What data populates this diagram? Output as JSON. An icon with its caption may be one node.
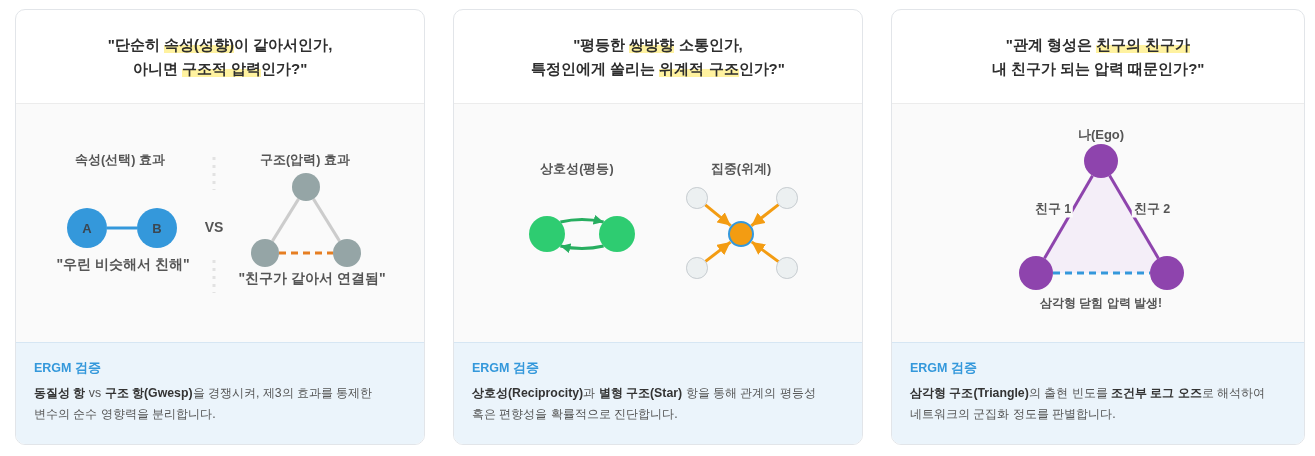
{
  "diagram": {
    "nodes": [
      {
        "text": [
          "\"단순히 **속성(성향)**이 같아서인가, 아니면 **구조적 압력**인가?\""
        ]
      },
      {
        "text": [
          "A"
        ],
        "in": 0
      },
      {
        "text": [
          "B"
        ],
        "in": 0
      },
      {
        "text": [],
        "shape": "circle",
        "in": 0
      },
      {
        "text": [],
        "shape": "circle",
        "in": 0
      },
      {
        "text": [],
        "shape": "circle",
        "in": 0
      },
      {
        "text": [
          "ERGM 검증",
          "**동질성 항** vs **구조 항(Gwesp)**을 경쟁시켜, 제3의 효과를 통제한 변수의 순수 영향력을 분리합니다."
        ],
        "in": 0
      },
      {
        "text": [
          "\"평등한 **쌍방향** 소통인가, 특정인에게 쏠리는 **위계적 구조**인가?\""
        ]
      },
      {
        "text": [],
        "shape": "circle",
        "in": 7
      },
      {
        "text": [],
        "shape": "circle",
        "in": 7
      },
      {
        "text": [],
        "shape": "circle",
        "in": 7
      },
      {
        "text": [],
        "shape": "circle",
        "in": 7
      },
      {
        "text": [],
        "shape": "circle",
        "in": 7
      },
      {
        "text": [],
        "shape": "circle",
        "in": 7
      },
      {
        "text": [],
        "shape": "circle",
        "in": 7
      },
      {
        "text": [
          "ERGM 검증",
          "**상호성(Reciprocity)**과 **별형 구조(Star)** 항을 통해 관계의 평등성 혹은 편향성을 확률적으로 진단합니다."
        ],
        "in": 7
      },
      {
        "text": [
          "\"관계 형성은 **친구의 친구가** 내 친구가 되는 압력 때문인가?\""
        ]
      },
      {
        "text": [],
        "shape": "circle",
        "in": 16,
        "beside": [
          "나(Ego)"
        ]
      },
      {
        "text": [],
        "shape": "circle",
        "in": 16
      },
      {
        "text": [],
        "shape": "circle",
        "in": 16
      },
      {
        "text": [
          "ERGM 검증",
          "**삼각형 구조(Triangle)**의 출현 빈도를 **조건부 로그 오즈**로 해석하여 네트워크의 군집화 정도를 판별합니다."
        ],
        "in": 16
      }
    ],
    "edges": [
      {
        "from": 1,
        "to": 2,
        "arrow": "none",
        "color": "#3498db"
      },
      {
        "from": 3,
        "to": 4,
        "arrow": "none",
        "color": "#cccccc"
      },
      {
        "from": 3,
        "to": 5,
        "arrow": "none",
        "color": "#cccccc"
      },
      {
        "from": 4,
        "to": 5,
        "arrow": "none",
        "style": "dashed",
        "color": "#e67e22"
      },
      {
        "from": 8,
        "to": 9,
        "arrow": "to",
        "color": "#27ae60"
      },
      {
        "from": 9,
        "to": 8,
        "arrow": "to",
        "color": "#27ae60"
      },
      {
        "from": 10,
        "to": 12,
        "arrow": "to",
        "color": "#f39c12"
      },
      {
        "from": 11,
        "to": 12,
        "arrow": "to",
        "color": "#f39c12"
      },
      {
        "from": 13,
        "to": 12,
        "arrow": "to",
        "color": "#f39c12"
      },
      {
        "from": 14,
        "to": 12,
        "arrow": "to",
        "color": "#f39c12"
      },
      {
        "from": 17,
        "to": 18,
        "arrow": "none",
        "label": "친구 1",
        "color": "#8e44ad"
      },
      {
        "from": 17,
        "to": 19,
        "arrow": "none",
        "label": "친구 2",
        "color": "#8e44ad"
      },
      {
        "from": 18,
        "to": 19,
        "arrow": "none",
        "style": "dashed",
        "color": "#3498db"
      }
    ],
    "labels": [
      "속성(선택) 효과",
      "구조(압력) 효과",
      "VS",
      "\"우린 비슷해서 친해\"",
      "\"친구가 같아서 연결됨\"",
      "상호성(평등)",
      "집중(위계)",
      "삼각형 닫힘 압력 발생!"
    ]
  }
}
